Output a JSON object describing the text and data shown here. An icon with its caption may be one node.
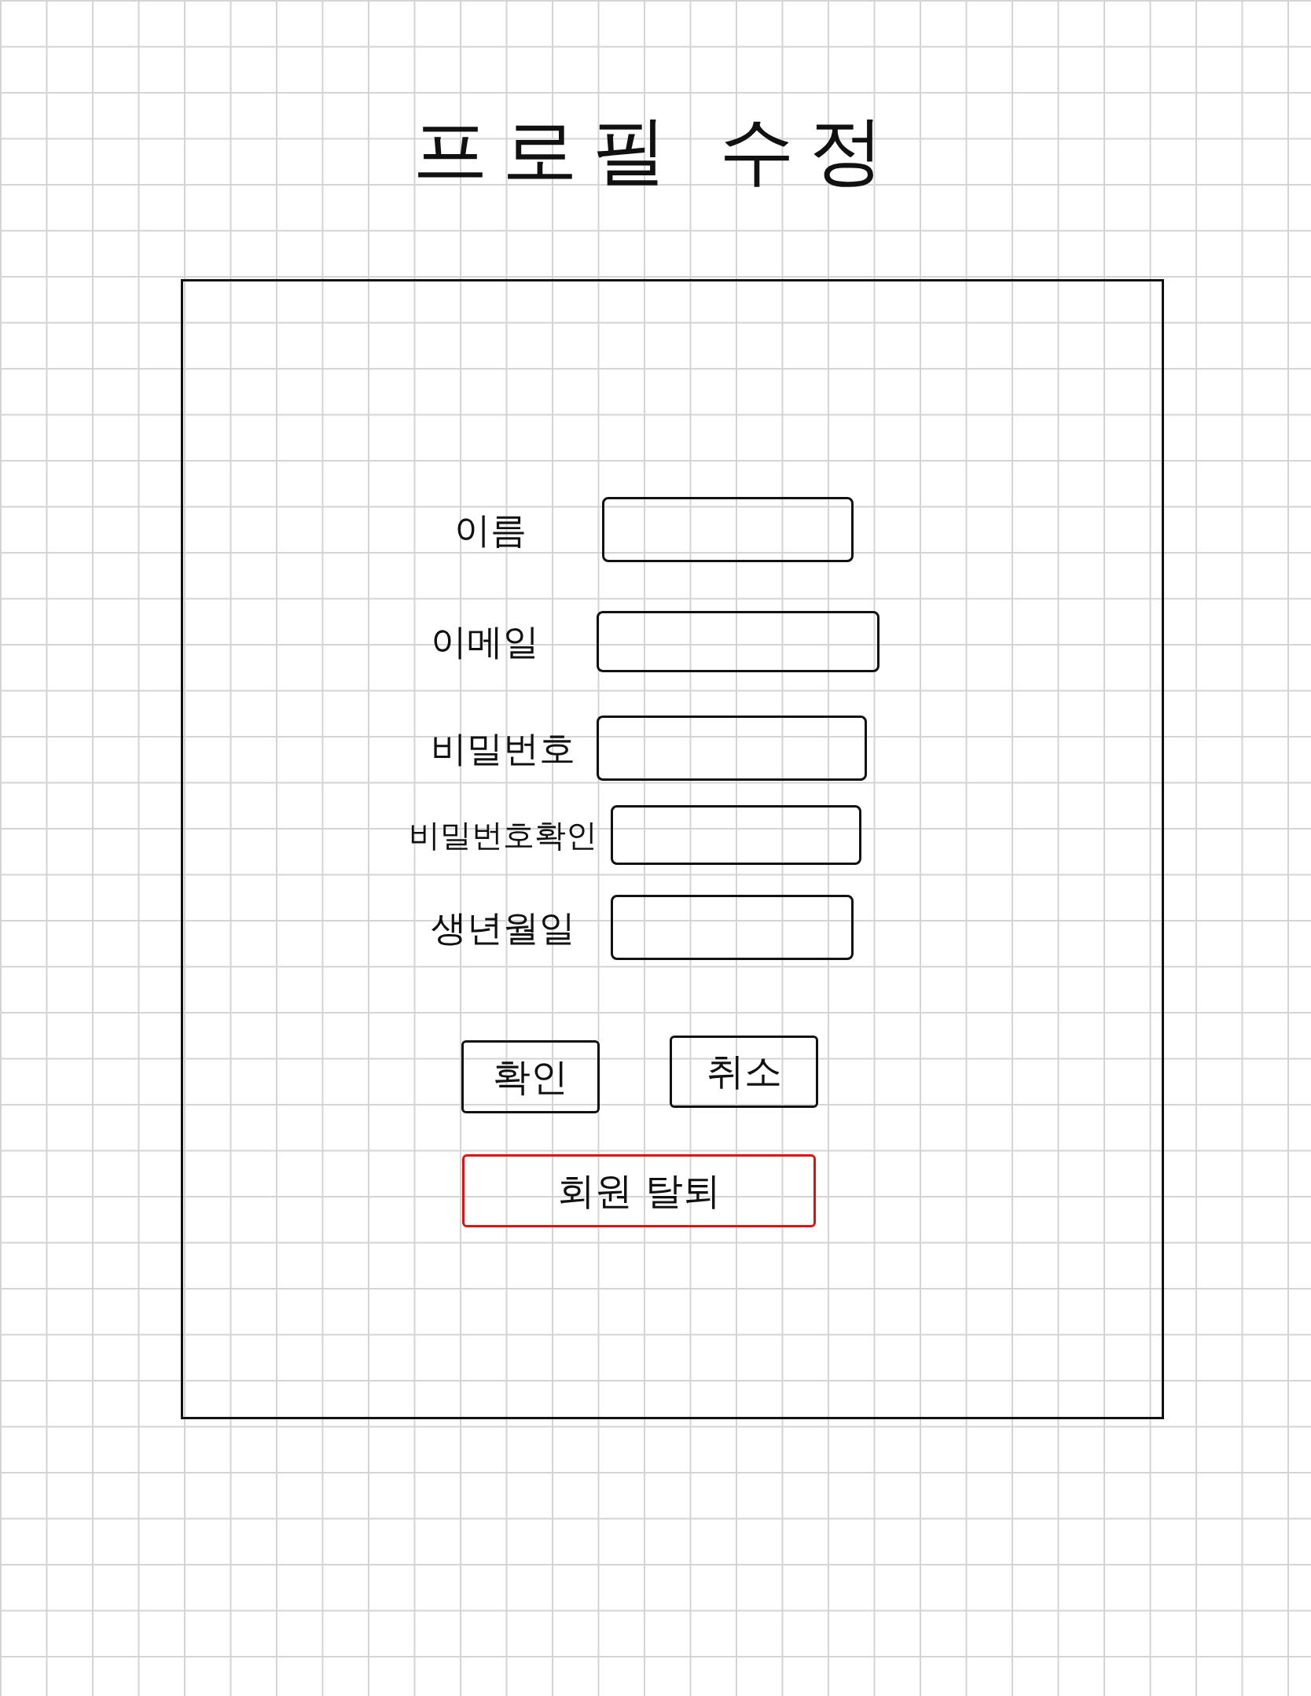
{
  "diagram": {
    "title": "프로필 수정",
    "nodes": [
      {
        "text": [],
        "shape": "box"
      },
      {
        "text": [
          "이름"
        ],
        "in": 0
      },
      {
        "text": [
          "이메일"
        ],
        "in": 0
      },
      {
        "text": [
          "비밀번호"
        ],
        "in": 0
      },
      {
        "text": [
          "비밀번호확인"
        ],
        "in": 0
      },
      {
        "text": [
          "생년월일"
        ],
        "in": 0
      },
      {
        "text": [
          "확인"
        ],
        "in": 0
      },
      {
        "text": [
          "취소"
        ],
        "in": 0
      },
      {
        "text": [
          "회원 탈퇴"
        ],
        "in": 0
      }
    ]
  }
}
